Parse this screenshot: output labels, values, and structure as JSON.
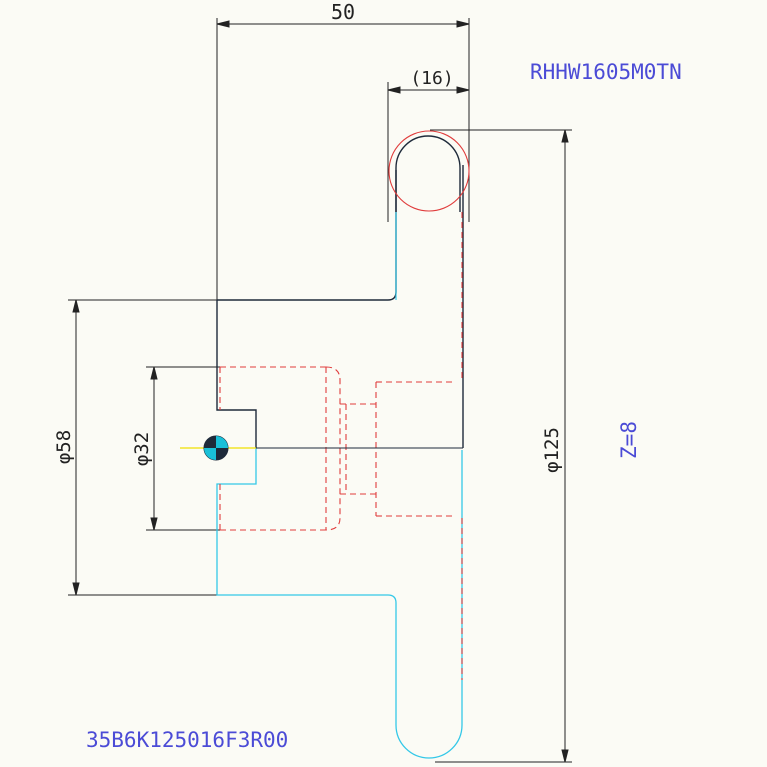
{
  "colors": {
    "background": "#fbfbf5",
    "outline": "#1e2a3a",
    "visible_edge": "#34c8e8",
    "hidden_edge": "#e03c3c",
    "dimension": "#222222",
    "note": "#4b4bd6",
    "centerline": "#f0e000"
  },
  "dimensions": {
    "width": "50",
    "insert_width": "(16)",
    "diameter_cutter": "φ125",
    "diameter_hub": "φ58",
    "diameter_bore": "φ32"
  },
  "notes": {
    "insert_code": "RHHW1605M0TN",
    "teeth": "Z=8",
    "part_number": "35B6K125016F3R00"
  },
  "icons": {
    "origin": "origin-marker-icon"
  }
}
